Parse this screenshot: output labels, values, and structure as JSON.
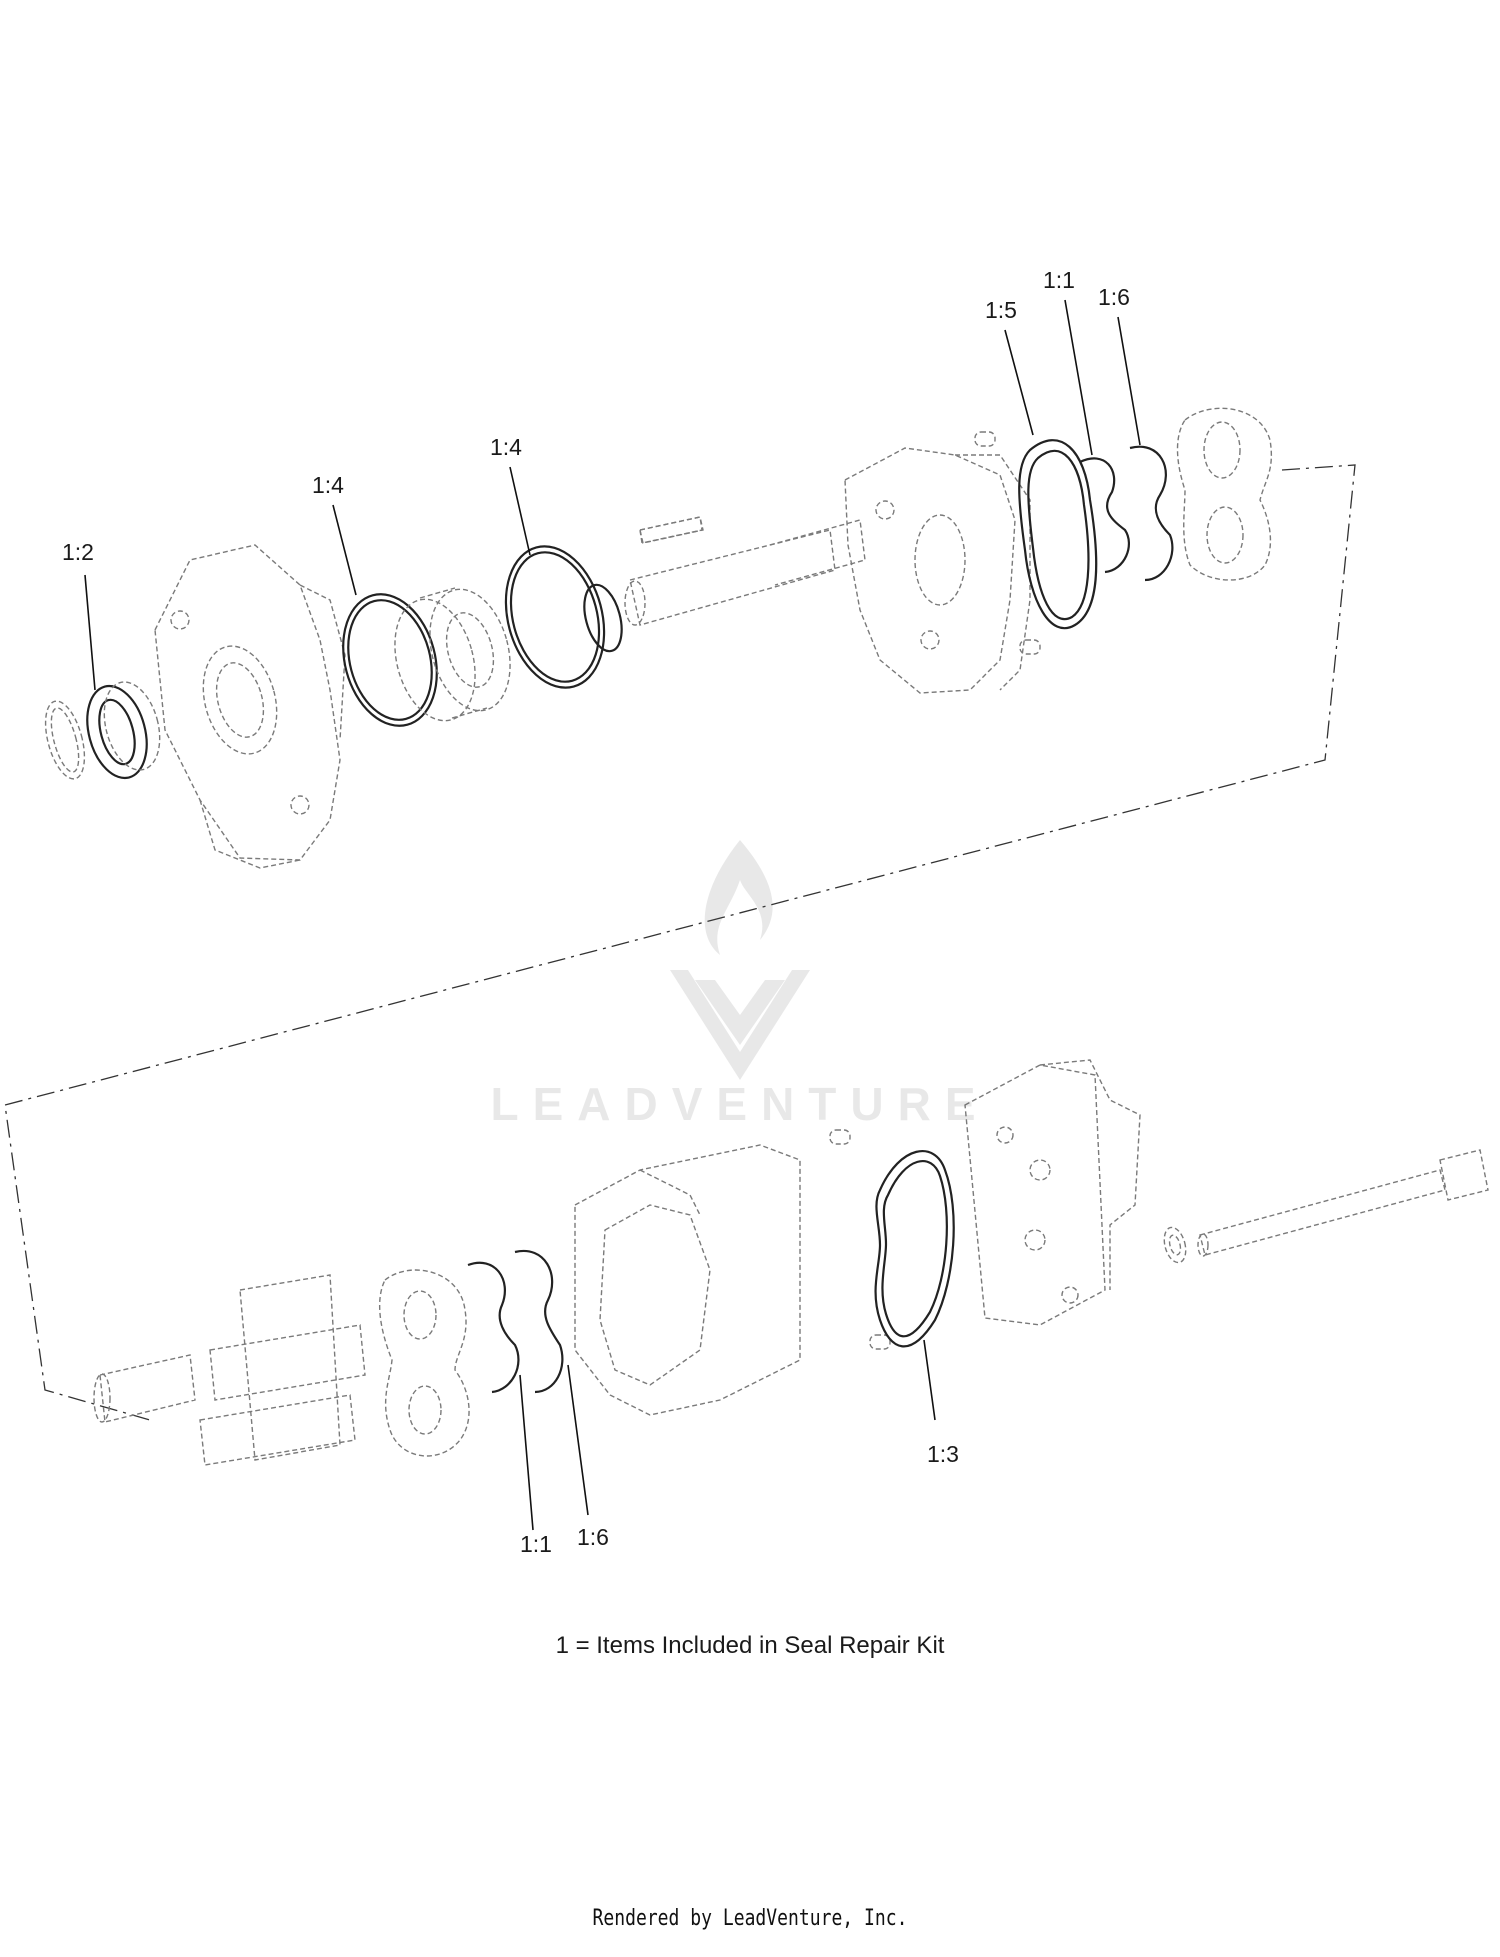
{
  "callouts": {
    "c_1_2": "1:2",
    "c_1_4a": "1:4",
    "c_1_4b": "1:4",
    "c_1_5": "1:5",
    "c_1_1a": "1:1",
    "c_1_6a": "1:6",
    "c_1_3": "1:3",
    "c_1_1b": "1:1",
    "c_1_6b": "1:6"
  },
  "legend": "1 = Items Included in Seal Repair Kit",
  "footer": "Rendered by LeadVenture, Inc.",
  "watermark": {
    "text": "LEADVENTURE",
    "icon": "leadventure-flame-logo-icon"
  }
}
